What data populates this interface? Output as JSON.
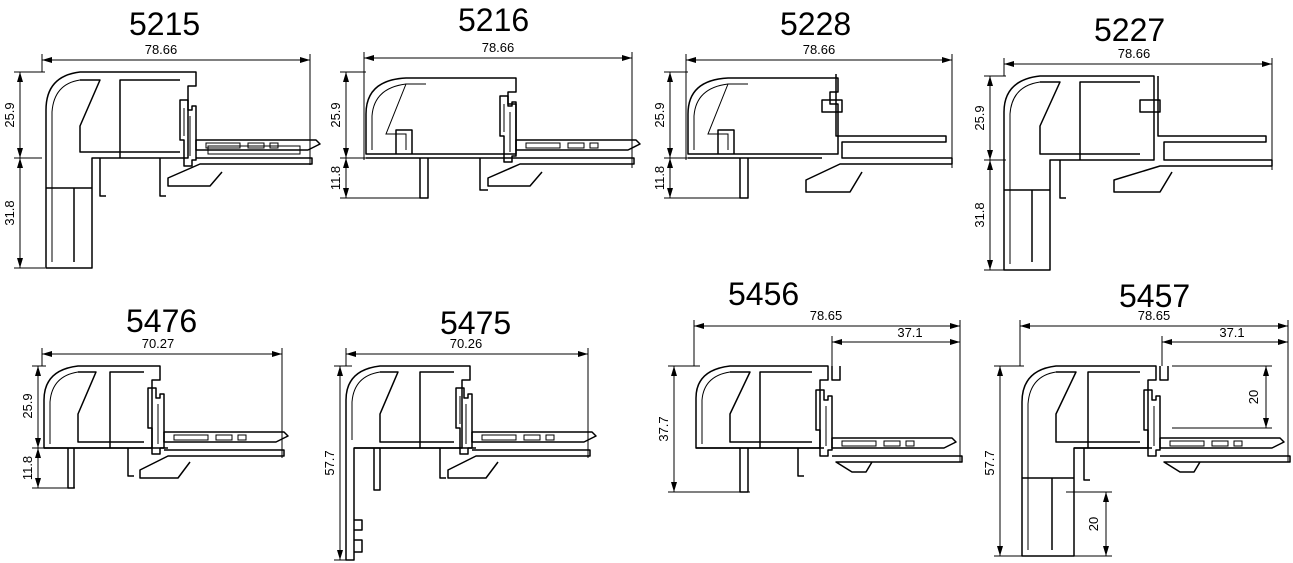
{
  "profiles": [
    {
      "code": "5215",
      "dims": {
        "width": "78.66",
        "h1": "25.9",
        "h2": "31.8"
      }
    },
    {
      "code": "5216",
      "dims": {
        "width": "78.66",
        "h1": "25.9",
        "h2": "11.8"
      }
    },
    {
      "code": "5228",
      "dims": {
        "width": "78.66",
        "h1": "25.9",
        "h2": "11.8"
      }
    },
    {
      "code": "5227",
      "dims": {
        "width": "78.66",
        "h1": "25.9",
        "h2": "31.8"
      }
    },
    {
      "code": "5476",
      "dims": {
        "width": "70.27",
        "h1": "25.9",
        "h2": "11.8"
      }
    },
    {
      "code": "5475",
      "dims": {
        "width": "70.26",
        "h1": "57.7"
      }
    },
    {
      "code": "5456",
      "dims": {
        "width": "78.65",
        "partial": "37.1",
        "h1": "37.7"
      }
    },
    {
      "code": "5457",
      "dims": {
        "width": "78.65",
        "partial": "37.1",
        "h1": "57.7",
        "inner1": "20",
        "inner2": "20"
      }
    }
  ]
}
